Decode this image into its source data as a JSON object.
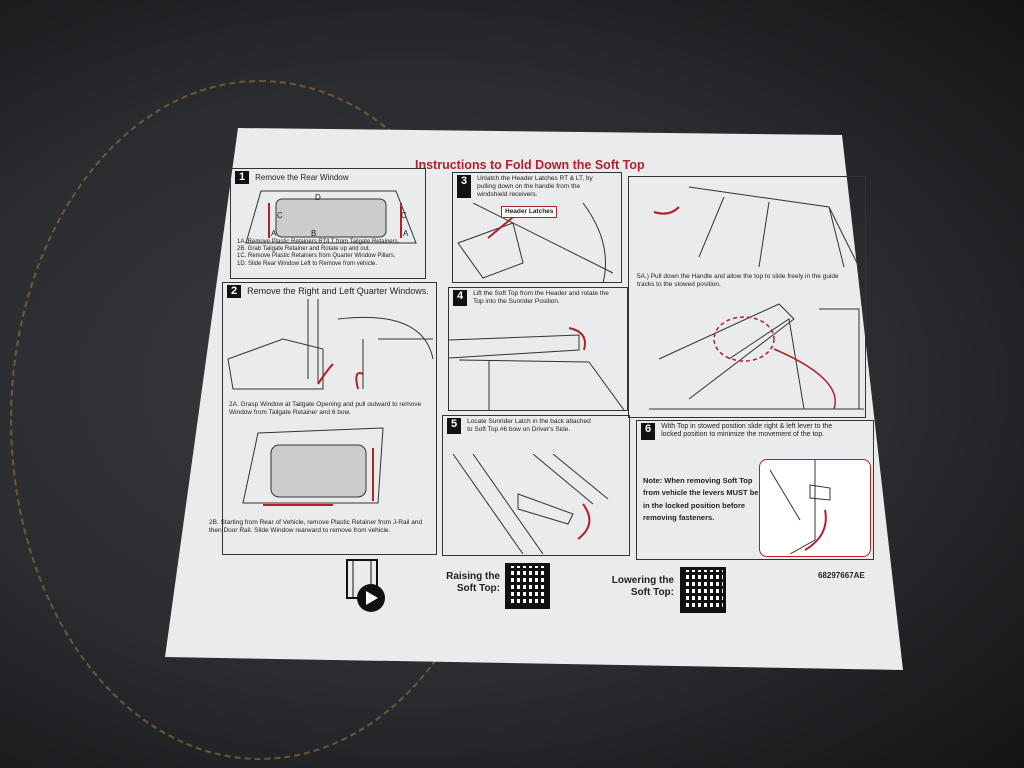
{
  "title": "Instructions to Fold Down the Soft Top",
  "steps": {
    "s1": {
      "num": "1",
      "title": "Remove the Rear Window",
      "labels": [
        "D",
        "C",
        "C",
        "A",
        "B",
        "A"
      ],
      "lines": [
        "1A. Remove Plastic Retainers RT/LT from Tailgate Retainers.",
        "2B. Grab Tailgate Retainer and Rotate up and out.",
        "1C. Remove Plastic Retainers from Quarter Window Pillars.",
        "1D. Slide Rear Window Left to Remove from vehicle."
      ]
    },
    "s2": {
      "num": "2",
      "title": "Remove the Right and Left Quarter Windows.",
      "a": "2A. Grasp Window at Tailgate Opening and pull outward to remove Window from Tailgate Retainer and 6 bow.",
      "b": "2B. Starting from Rear of Vehicle, remove Plastic Retainer from J-Rail and then Door Rail. Slide Window rearward to remove from vehicle."
    },
    "s3": {
      "num": "3",
      "text": "Unlatch the Header Latches RT & LT, by pulling down on the handle from the windshield receivers.",
      "callout": "Header Latches"
    },
    "s4": {
      "num": "4",
      "text": "Lift the Soft Top from the Header and rotate the Top into the Sunrider Position."
    },
    "s5": {
      "num": "5",
      "text": "Locate Sunrider Latch in the back attached to Soft Top #6 bow on Driver's Side."
    },
    "s5a": {
      "text": "5A.) Pull down the Handle and allow the top to slide freely in the guide tracks to the stowed position."
    },
    "s6": {
      "num": "6",
      "text": "With Top in stowed position slide right & left lever to the locked position to minimize the movement of the top.",
      "note": "Note: When removing Soft Top from vehicle the levers MUST be in the locked position before removing fasteners."
    }
  },
  "footer": {
    "raising": "Raising the Soft Top:",
    "lowering": "Lowering the Soft Top:",
    "part_number": "68297667AE"
  },
  "colors": {
    "accent": "#b3202a"
  }
}
